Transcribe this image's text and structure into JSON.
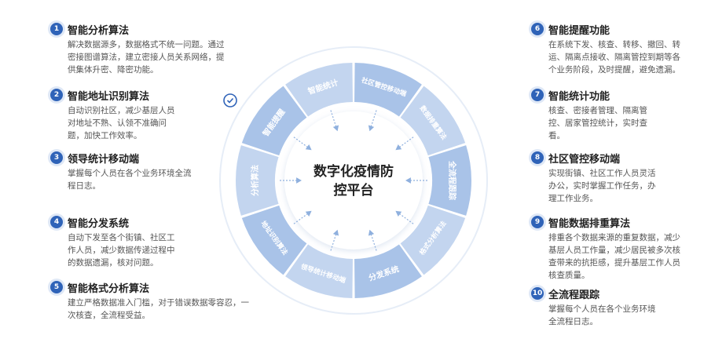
{
  "center": {
    "line1": "数字化疫情防",
    "line2": "控平台"
  },
  "colors": {
    "accent": "#2f63b8",
    "ring_light": "#c3d5ef",
    "ring_dark": "#a9c3e8",
    "inner": "#ffffff"
  },
  "left_items": [
    {
      "num": "1",
      "title": "智能分析算法",
      "lines": [
        "解决数据源多，数据格式不统一问题。通过",
        "密接图谱算法，建立密接人员关系网络，提",
        "供集体升密、降密功能。"
      ]
    },
    {
      "num": "2",
      "title": "智能地址识别算法",
      "lines": [
        "自动识别社区，减少基层人员",
        "对地址不熟、认领不准确问",
        "题，加快工作效率。"
      ]
    },
    {
      "num": "3",
      "title": "领导统计移动端",
      "lines": [
        "掌握每个人员在各个业务环境全流",
        "程日志。"
      ]
    },
    {
      "num": "4",
      "title": "智能分发系统",
      "lines": [
        "自动下发至各个街镇、社区工",
        "作人员，减少数据传递过程中",
        "的数据遗漏，核对问题。"
      ]
    },
    {
      "num": "5",
      "title": "智能格式分析算法",
      "lines": [
        "建立严格数据准入门槛，对于错误数据零容忍，一",
        "次核查，全流程受益。"
      ]
    }
  ],
  "right_items": [
    {
      "num": "6",
      "title": "智能提醒功能",
      "lines": [
        "在系统下发、核查、转移、撤回、转",
        "运、隔离点接收、隔离管控到期等各",
        "个业务阶段，及时提醒，避免遗漏。"
      ]
    },
    {
      "num": "7",
      "title": "智能统计功能",
      "lines": [
        "核查、密接者管理、隔离管",
        "控、居家管控统计，实时查",
        "看。"
      ]
    },
    {
      "num": "8",
      "title": "社区管控移动端",
      "lines": [
        "实现街镇、社区工作人员灵活",
        "办公，实时掌握工作任务，办",
        "理工作业务。"
      ]
    },
    {
      "num": "9",
      "title": "智能数据排重算法",
      "lines": [
        "排重各个数据来源的重复数据，减少",
        "基层人员工作量，减少居民被多次核",
        "查带来的抗拒感，提升基层工作人员",
        "核查质量。"
      ]
    },
    {
      "num": "10",
      "title": "全流程跟踪",
      "lines": [
        "掌握每个人员在各个业务环境",
        "全流程日志。"
      ]
    }
  ],
  "ring_segments": [
    "智能提醒",
    "智能统计",
    "社区管控移动端",
    "数据排重算法",
    "全流程跟踪",
    "格式分析算法",
    "分发系统",
    "领导统计移动端",
    "地址识别算法",
    "分析算法"
  ],
  "check_icon": "check-icon"
}
